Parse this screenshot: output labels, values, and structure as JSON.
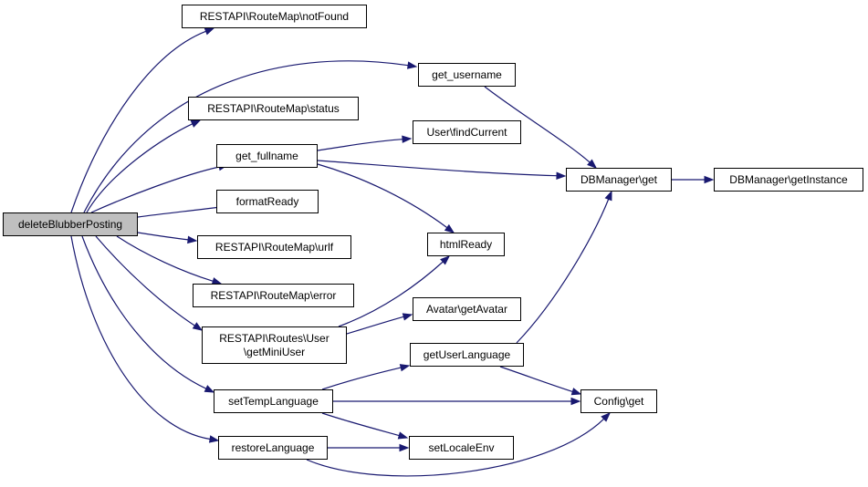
{
  "diagram": {
    "edge_color": "#191970",
    "root_fill": "#bfbfbf",
    "node_fill": "#ffffff",
    "nodes": [
      {
        "id": "root",
        "label": "deleteBlubberPosting",
        "root": true
      },
      {
        "id": "notFound",
        "label": "RESTAPI\\RouteMap\\notFound"
      },
      {
        "id": "get_username",
        "label": "get_username"
      },
      {
        "id": "status",
        "label": "RESTAPI\\RouteMap\\status"
      },
      {
        "id": "findCurrent",
        "label": "User\\findCurrent"
      },
      {
        "id": "get_fullname",
        "label": "get_fullname"
      },
      {
        "id": "dbget",
        "label": "DBManager\\get"
      },
      {
        "id": "getInstance",
        "label": "DBManager\\getInstance"
      },
      {
        "id": "formatReady",
        "label": "formatReady"
      },
      {
        "id": "htmlReady",
        "label": "htmlReady"
      },
      {
        "id": "urlf",
        "label": "RESTAPI\\RouteMap\\urlf"
      },
      {
        "id": "error",
        "label": "RESTAPI\\RouteMap\\error"
      },
      {
        "id": "getAvatar",
        "label": "Avatar\\getAvatar"
      },
      {
        "id": "getMiniUser",
        "label": "RESTAPI\\Routes\\User\n\\getMiniUser"
      },
      {
        "id": "getUserLanguage",
        "label": "getUserLanguage"
      },
      {
        "id": "setTempLanguage",
        "label": "setTempLanguage"
      },
      {
        "id": "configGet",
        "label": "Config\\get"
      },
      {
        "id": "restoreLanguage",
        "label": "restoreLanguage"
      },
      {
        "id": "setLocaleEnv",
        "label": "setLocaleEnv"
      }
    ],
    "edges": [
      [
        "root",
        "notFound"
      ],
      [
        "root",
        "get_username"
      ],
      [
        "root",
        "status"
      ],
      [
        "root",
        "get_fullname"
      ],
      [
        "root",
        "formatReady"
      ],
      [
        "root",
        "urlf"
      ],
      [
        "root",
        "error"
      ],
      [
        "root",
        "getMiniUser"
      ],
      [
        "root",
        "setTempLanguage"
      ],
      [
        "root",
        "restoreLanguage"
      ],
      [
        "get_username",
        "dbget"
      ],
      [
        "get_fullname",
        "findCurrent"
      ],
      [
        "get_fullname",
        "dbget"
      ],
      [
        "get_fullname",
        "htmlReady"
      ],
      [
        "dbget",
        "getInstance"
      ],
      [
        "getMiniUser",
        "htmlReady"
      ],
      [
        "getMiniUser",
        "getAvatar"
      ],
      [
        "getUserLanguage",
        "dbget"
      ],
      [
        "getUserLanguage",
        "configGet"
      ],
      [
        "setTempLanguage",
        "getUserLanguage"
      ],
      [
        "setTempLanguage",
        "configGet"
      ],
      [
        "setTempLanguage",
        "setLocaleEnv"
      ],
      [
        "restoreLanguage",
        "setLocaleEnv"
      ],
      [
        "restoreLanguage",
        "configGet"
      ]
    ]
  }
}
